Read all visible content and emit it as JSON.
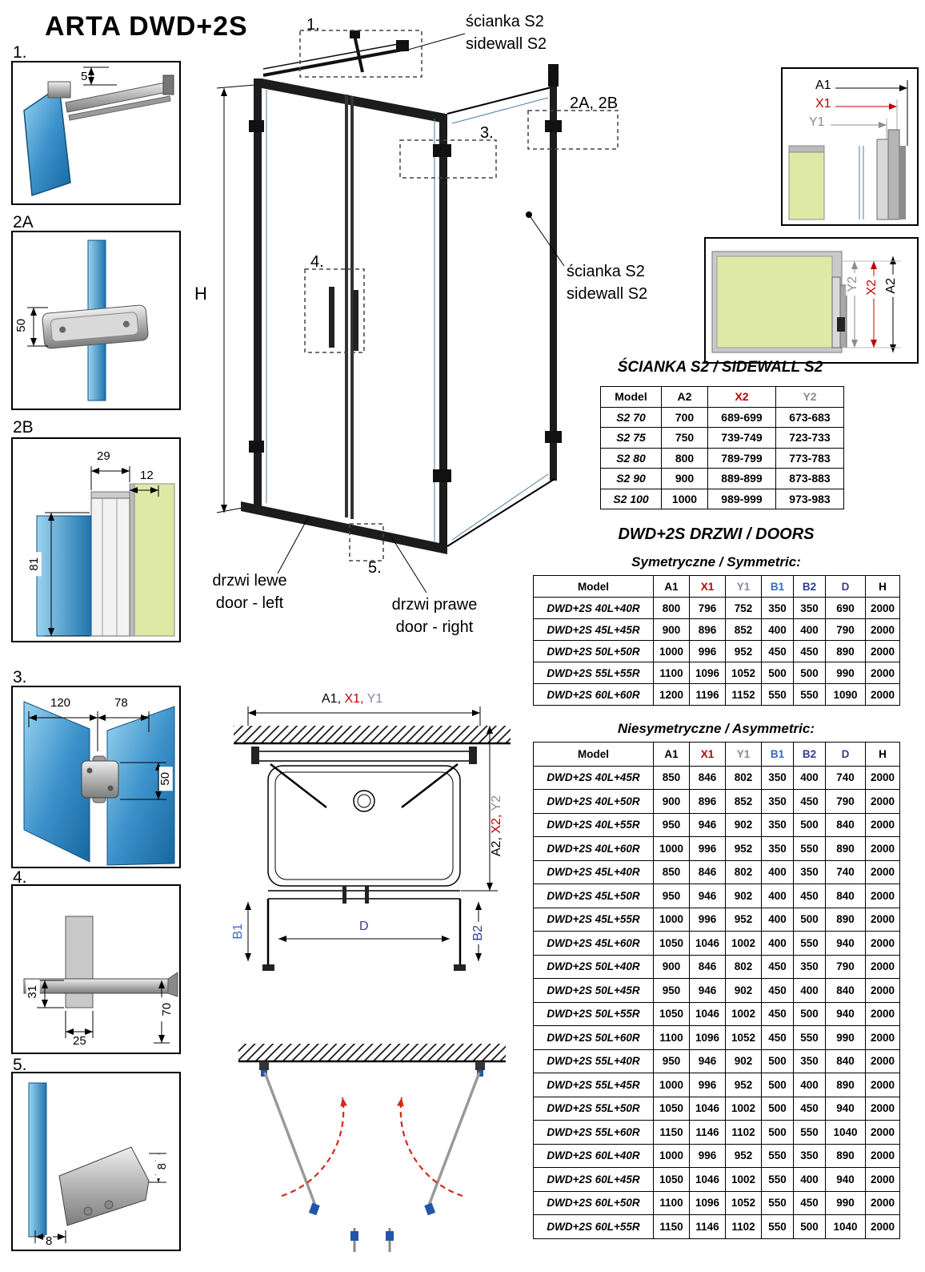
{
  "title": "ARTA DWD+2S",
  "colors": {
    "accent_red": "#c00000",
    "accent_gray": "#8a8a9a",
    "accent_blue_b1": "#3a6abf",
    "accent_blue_b2": "#2e3f8f",
    "accent_navy_d": "#3a3a8c",
    "glass_blue": "#3e93cc",
    "wall_green": "#dfe9a6",
    "swing_red": "#d42a1a"
  },
  "details": {
    "d1": {
      "label": "1.",
      "dim_5": "5"
    },
    "d2a": {
      "label": "2A",
      "dim_50": "50"
    },
    "d2b": {
      "label": "2B",
      "dim_29": "29",
      "dim_12": "12",
      "dim_81": "81"
    },
    "d3": {
      "label": "3.",
      "dim_120": "120",
      "dim_78": "78",
      "dim_50": "50"
    },
    "d4": {
      "label": "4.",
      "dim_31": "31",
      "dim_25": "25",
      "dim_70": "70"
    },
    "d5": {
      "label": "5.",
      "dim_8a": "8",
      "dim_8b": "8"
    }
  },
  "main": {
    "callout_1": "1.",
    "sidewall_top": [
      "ścianka S2",
      "sidewall S2"
    ],
    "callout_2ab": "2A, 2B",
    "callout_3": "3.",
    "callout_4": "4.",
    "callout_5": "5.",
    "dim_h": "H",
    "door_left": [
      "drzwi lewe",
      "door - left"
    ],
    "door_right": [
      "drzwi prawe",
      "door - right"
    ],
    "sidewall_right": [
      "ścianka S2",
      "sidewall S2"
    ]
  },
  "corner_top": {
    "a1": "A1",
    "x1": "X1",
    "y1": "Y1"
  },
  "corner_bottom": {
    "y2": "Y2",
    "x2": "X2",
    "a2": "A2"
  },
  "plan": {
    "a1": "A1,",
    "x1": "X1,",
    "y1": "Y1",
    "a2": "A2,",
    "x2": "X2,",
    "y2": "Y2",
    "b1": "B1",
    "b2": "B2",
    "d": "D"
  },
  "sidewall_table": {
    "title": "ŚCIANKA S2 / SIDEWALL S2",
    "headers": [
      "Model",
      "A2",
      "X2",
      "Y2"
    ],
    "header_colors": [
      "#000000",
      "#000000",
      "#c00000",
      "#8a8a9a"
    ],
    "rows": [
      [
        "S2 70",
        "700",
        "689-699",
        "673-683"
      ],
      [
        "S2 75",
        "750",
        "739-749",
        "723-733"
      ],
      [
        "S2 80",
        "800",
        "789-799",
        "773-783"
      ],
      [
        "S2 90",
        "900",
        "889-899",
        "873-883"
      ],
      [
        "S2 100",
        "1000",
        "989-999",
        "973-983"
      ]
    ]
  },
  "doors_heading": "DWD+2S DRZWI / DOORS",
  "symmetric_table": {
    "title": "Symetryczne / Symmetric:",
    "headers": [
      "Model",
      "A1",
      "X1",
      "Y1",
      "B1",
      "B2",
      "D",
      "H"
    ],
    "header_colors": [
      "#000000",
      "#000000",
      "#c00000",
      "#8a8a9a",
      "#3a6abf",
      "#2e3f8f",
      "#3a3a8c",
      "#000000"
    ],
    "rows": [
      [
        "DWD+2S 40L+40R",
        "800",
        "796",
        "752",
        "350",
        "350",
        "690",
        "2000"
      ],
      [
        "DWD+2S 45L+45R",
        "900",
        "896",
        "852",
        "400",
        "400",
        "790",
        "2000"
      ],
      [
        "DWD+2S 50L+50R",
        "1000",
        "996",
        "952",
        "450",
        "450",
        "890",
        "2000"
      ],
      [
        "DWD+2S 55L+55R",
        "1100",
        "1096",
        "1052",
        "500",
        "500",
        "990",
        "2000"
      ],
      [
        "DWD+2S 60L+60R",
        "1200",
        "1196",
        "1152",
        "550",
        "550",
        "1090",
        "2000"
      ]
    ]
  },
  "asymmetric_table": {
    "title": "Niesymetryczne / Asymmetric:",
    "headers": [
      "Model",
      "A1",
      "X1",
      "Y1",
      "B1",
      "B2",
      "D",
      "H"
    ],
    "header_colors": [
      "#000000",
      "#000000",
      "#c00000",
      "#8a8a9a",
      "#3a6abf",
      "#2e3f8f",
      "#3a3a8c",
      "#000000"
    ],
    "rows": [
      [
        "DWD+2S 40L+45R",
        "850",
        "846",
        "802",
        "350",
        "400",
        "740",
        "2000"
      ],
      [
        "DWD+2S 40L+50R",
        "900",
        "896",
        "852",
        "350",
        "450",
        "790",
        "2000"
      ],
      [
        "DWD+2S 40L+55R",
        "950",
        "946",
        "902",
        "350",
        "500",
        "840",
        "2000"
      ],
      [
        "DWD+2S 40L+60R",
        "1000",
        "996",
        "952",
        "350",
        "550",
        "890",
        "2000"
      ],
      [
        "DWD+2S 45L+40R",
        "850",
        "846",
        "802",
        "400",
        "350",
        "740",
        "2000"
      ],
      [
        "DWD+2S 45L+50R",
        "950",
        "946",
        "902",
        "400",
        "450",
        "840",
        "2000"
      ],
      [
        "DWD+2S 45L+55R",
        "1000",
        "996",
        "952",
        "400",
        "500",
        "890",
        "2000"
      ],
      [
        "DWD+2S 45L+60R",
        "1050",
        "1046",
        "1002",
        "400",
        "550",
        "940",
        "2000"
      ],
      [
        "DWD+2S 50L+40R",
        "900",
        "846",
        "802",
        "450",
        "350",
        "790",
        "2000"
      ],
      [
        "DWD+2S 50L+45R",
        "950",
        "946",
        "902",
        "450",
        "400",
        "840",
        "2000"
      ],
      [
        "DWD+2S 50L+55R",
        "1050",
        "1046",
        "1002",
        "450",
        "500",
        "940",
        "2000"
      ],
      [
        "DWD+2S 50L+60R",
        "1100",
        "1096",
        "1052",
        "450",
        "550",
        "990",
        "2000"
      ],
      [
        "DWD+2S 55L+40R",
        "950",
        "946",
        "902",
        "500",
        "350",
        "840",
        "2000"
      ],
      [
        "DWD+2S 55L+45R",
        "1000",
        "996",
        "952",
        "500",
        "400",
        "890",
        "2000"
      ],
      [
        "DWD+2S 55L+50R",
        "1050",
        "1046",
        "1002",
        "500",
        "450",
        "940",
        "2000"
      ],
      [
        "DWD+2S 55L+60R",
        "1150",
        "1146",
        "1102",
        "500",
        "550",
        "1040",
        "2000"
      ],
      [
        "DWD+2S 60L+40R",
        "1000",
        "996",
        "952",
        "550",
        "350",
        "890",
        "2000"
      ],
      [
        "DWD+2S 60L+45R",
        "1050",
        "1046",
        "1002",
        "550",
        "400",
        "940",
        "2000"
      ],
      [
        "DWD+2S 60L+50R",
        "1100",
        "1096",
        "1052",
        "550",
        "450",
        "990",
        "2000"
      ],
      [
        "DWD+2S 60L+55R",
        "1150",
        "1146",
        "1102",
        "550",
        "500",
        "1040",
        "2000"
      ]
    ]
  }
}
